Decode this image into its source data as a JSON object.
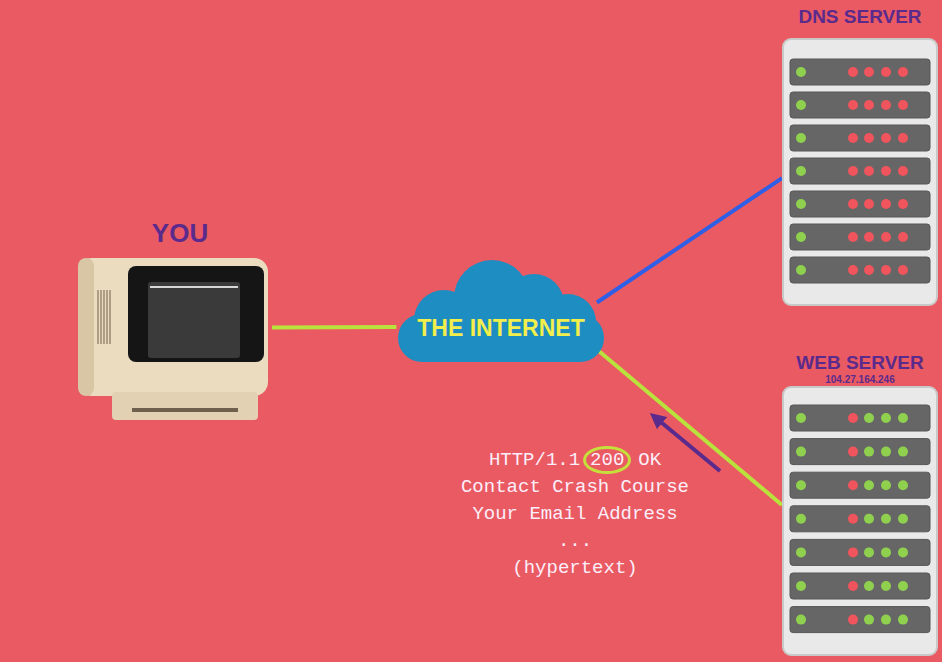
{
  "diagram": {
    "nodes": [
      {
        "text": [
          "YOU"
        ]
      },
      {
        "text": [
          "THE INTERNET"
        ]
      },
      {
        "text": [
          "DNS SERVER"
        ]
      },
      {
        "text": [
          "WEB SERVER",
          "104.27.164.246"
        ]
      }
    ],
    "edges": [
      {
        "from": 0,
        "to": 1,
        "arrow": "none"
      },
      {
        "from": 1,
        "to": 2,
        "arrow": "none"
      },
      {
        "from": 1,
        "to": 3,
        "arrow": "none"
      }
    ],
    "labels": [
      "HTTP/1.1",
      "200",
      "OK",
      "Contact Crash Course",
      "Your Email Address",
      "...",
      "(hypertext)"
    ]
  }
}
